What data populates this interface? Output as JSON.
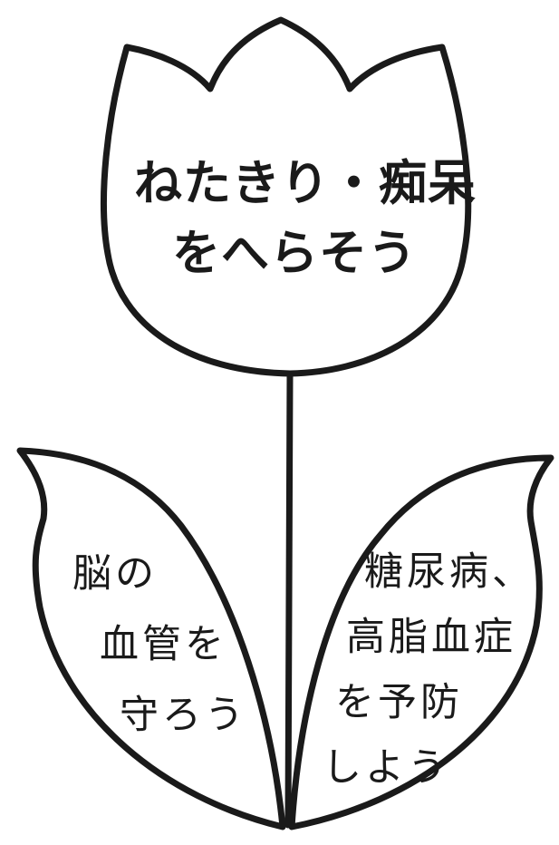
{
  "flower": {
    "line1": "ねたきり・痴呆",
    "line2": "をへらそう"
  },
  "left_leaf": {
    "line1": "脳の",
    "line2": "血管を",
    "line3": "守ろう"
  },
  "right_leaf": {
    "line1": "糖尿病、",
    "line2": "高脂血症",
    "line3": "を予防",
    "line4": "しよう"
  },
  "colors": {
    "ink": "#1a1a1a",
    "background": "#ffffff"
  }
}
